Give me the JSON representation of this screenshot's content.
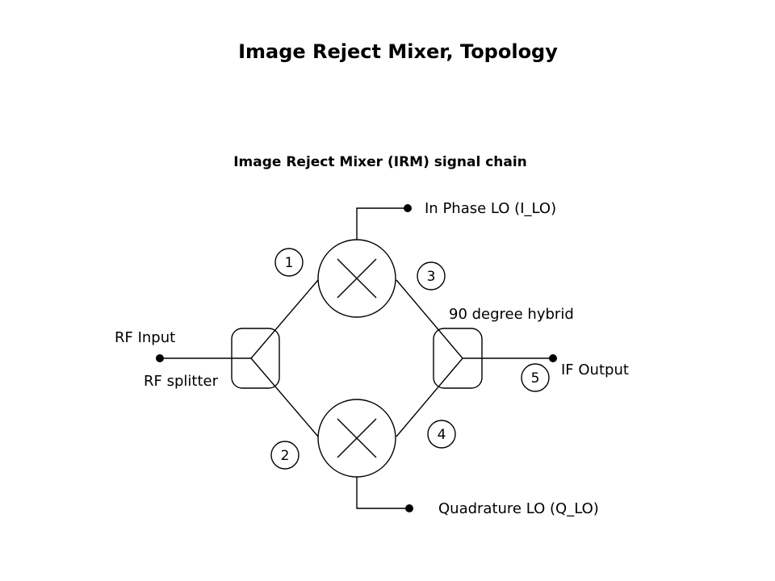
{
  "title": "Image Reject Mixer, Topology",
  "subtitle": "Image Reject Mixer (IRM) signal chain",
  "labels": {
    "i_lo": "In Phase LO (I_LO)",
    "q_lo": "Quadrature LO (Q_LO)",
    "rf_input": "RF Input",
    "rf_splitter": "RF splitter",
    "hybrid": "90 degree hybrid",
    "if_output": "IF Output"
  },
  "nodes": [
    "1",
    "2",
    "3",
    "4",
    "5"
  ]
}
